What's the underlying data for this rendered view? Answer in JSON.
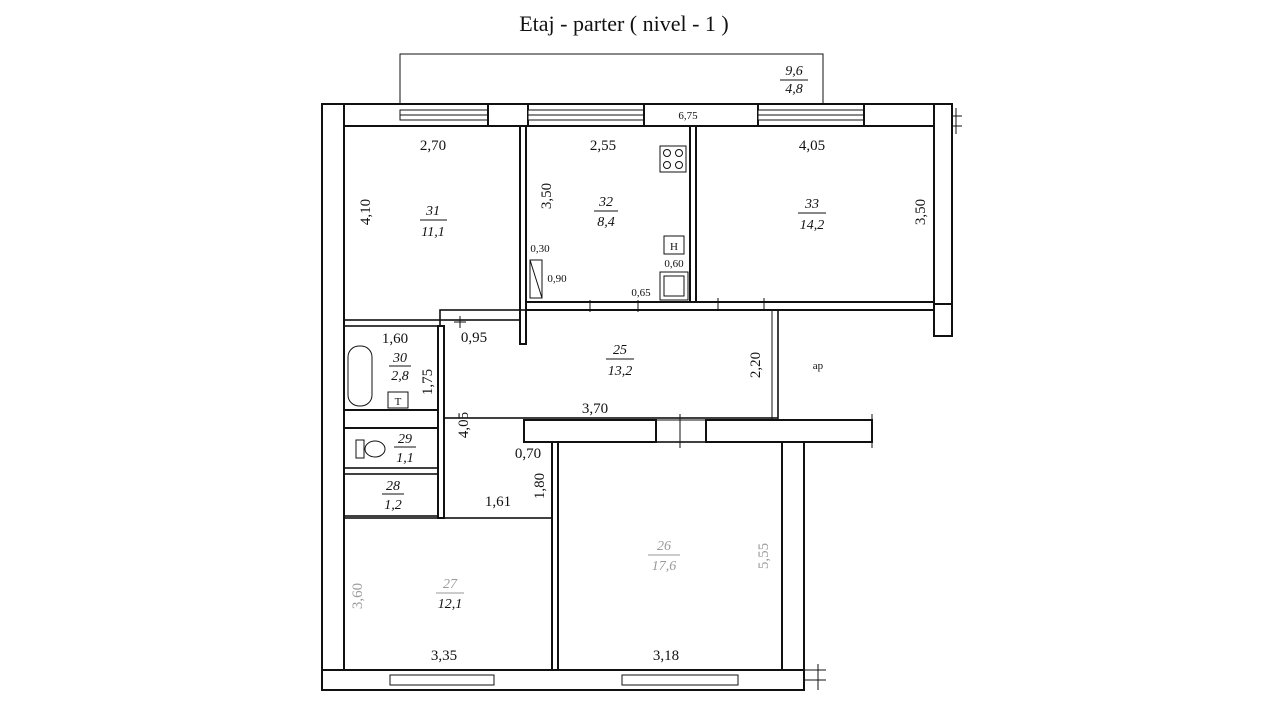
{
  "title": "Etaj - parter  ( nivel - 1 )",
  "terrace": {
    "top": "9,6",
    "bottom": "4,8"
  },
  "dims": {
    "top_window": "6,75",
    "r31_w": "2,70",
    "r31_h": "4,10",
    "r32_w": "2,55",
    "r32_h": "3,50",
    "r33_w": "4,05",
    "r33_h": "3,50",
    "k_030": "0,30",
    "k_090": "0,90",
    "k_060": "0,60",
    "k_065": "0,65",
    "r30_w": "1,60",
    "r30_h": "1,75",
    "d_095": "0,95",
    "hall_h": "4,05",
    "hall_w": "3,70",
    "hall_220": "2,20",
    "d_070": "0,70",
    "d_180": "1,80",
    "d_161": "1,61",
    "r27_h": "3,60",
    "r27_w": "3,35",
    "r26_h": "5,55",
    "r26_w": "3,18"
  },
  "rooms": [
    {
      "id": "31",
      "area": "11,1"
    },
    {
      "id": "32",
      "area": "8,4"
    },
    {
      "id": "33",
      "area": "14,2"
    },
    {
      "id": "30",
      "area": "2,8"
    },
    {
      "id": "25",
      "area": "13,2"
    },
    {
      "id": "29",
      "area": "1,1"
    },
    {
      "id": "28",
      "area": "1,2"
    },
    {
      "id": "27",
      "area": "12,1"
    },
    {
      "id": "26",
      "area": "17,6"
    }
  ],
  "labels": {
    "ap": "ap",
    "stove_h": "H",
    "boiler_t": "T"
  }
}
